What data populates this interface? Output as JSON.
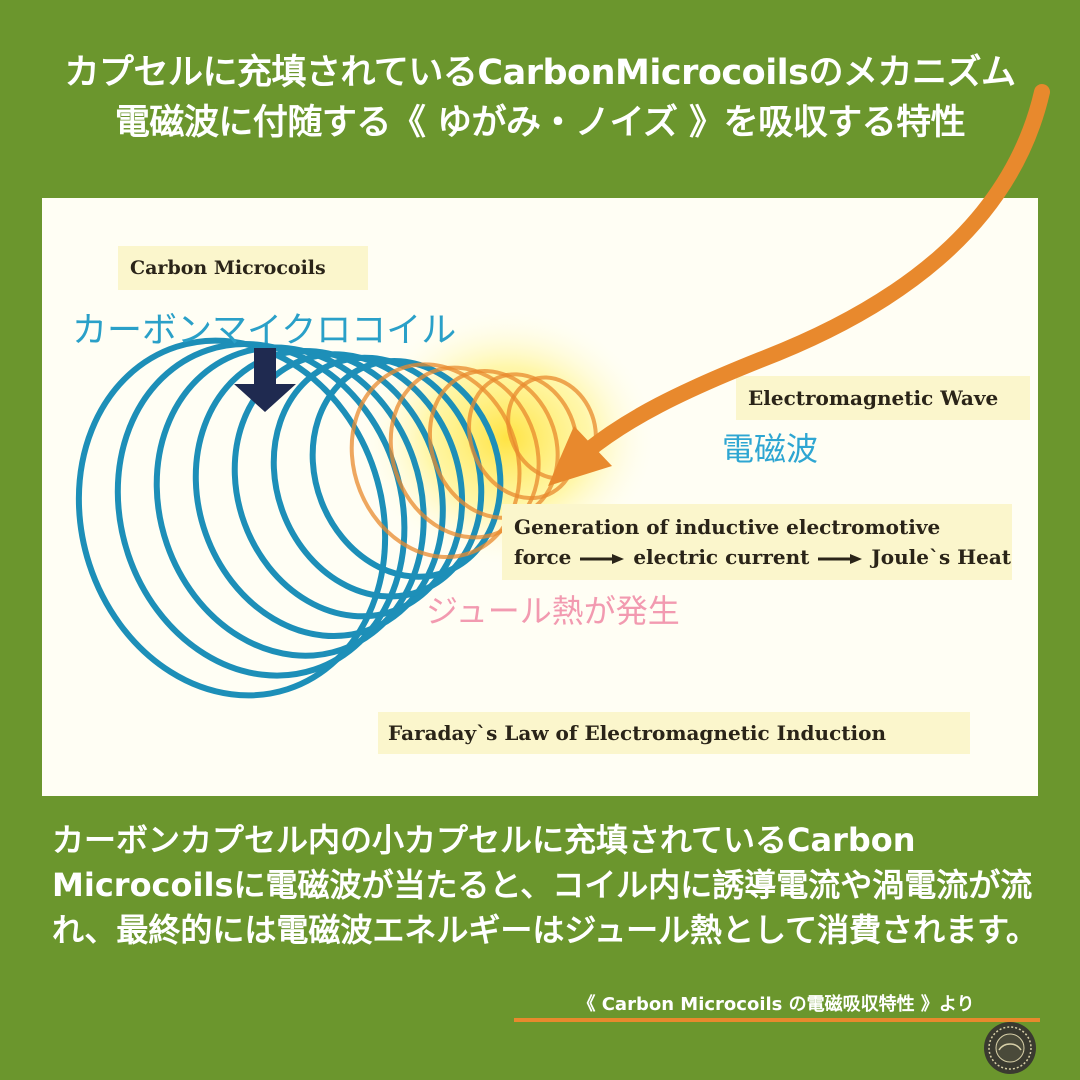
{
  "title": {
    "line1": "カプセルに充填されているCarbonMicrocoilsのメカニズム",
    "line2": "電磁波に付随する《 ゆがみ・ノイズ 》を吸収する特性"
  },
  "diagram": {
    "carbon_microcoils_label": "Carbon Microcoils",
    "carbon_microcoils_jp": "カーボンマイクロコイル",
    "em_wave_label": "Electromagnetic Wave",
    "em_wave_jp": "電磁波",
    "generation_line1": "Generation of inductive electromotive",
    "generation_force": "force",
    "generation_current": "electric current",
    "generation_heat": "Joule`s Heat",
    "joule_heat_jp": "ジュール熱が発生",
    "faraday_label": "Faraday`s  Law of Electromagnetic Induction",
    "colors": {
      "coil": "#1d8fb8",
      "coil_hot": "#e8892d",
      "pointer_arrow": "#1f2a50",
      "em_arrow": "#e8892d"
    }
  },
  "body": {
    "text": "カーボンカプセル内の小カプセルに充填されているCarbon Microcoilsに電磁波が当たると、コイル内に誘導電流や渦電流が流れ、最終的には電磁波エネルギーはジュール熱として消費されます。"
  },
  "source": {
    "caption": "《 Carbon Microcoils の電磁吸収特性 》より"
  },
  "colors": {
    "background": "#6b962d",
    "accent": "#e8892d"
  }
}
